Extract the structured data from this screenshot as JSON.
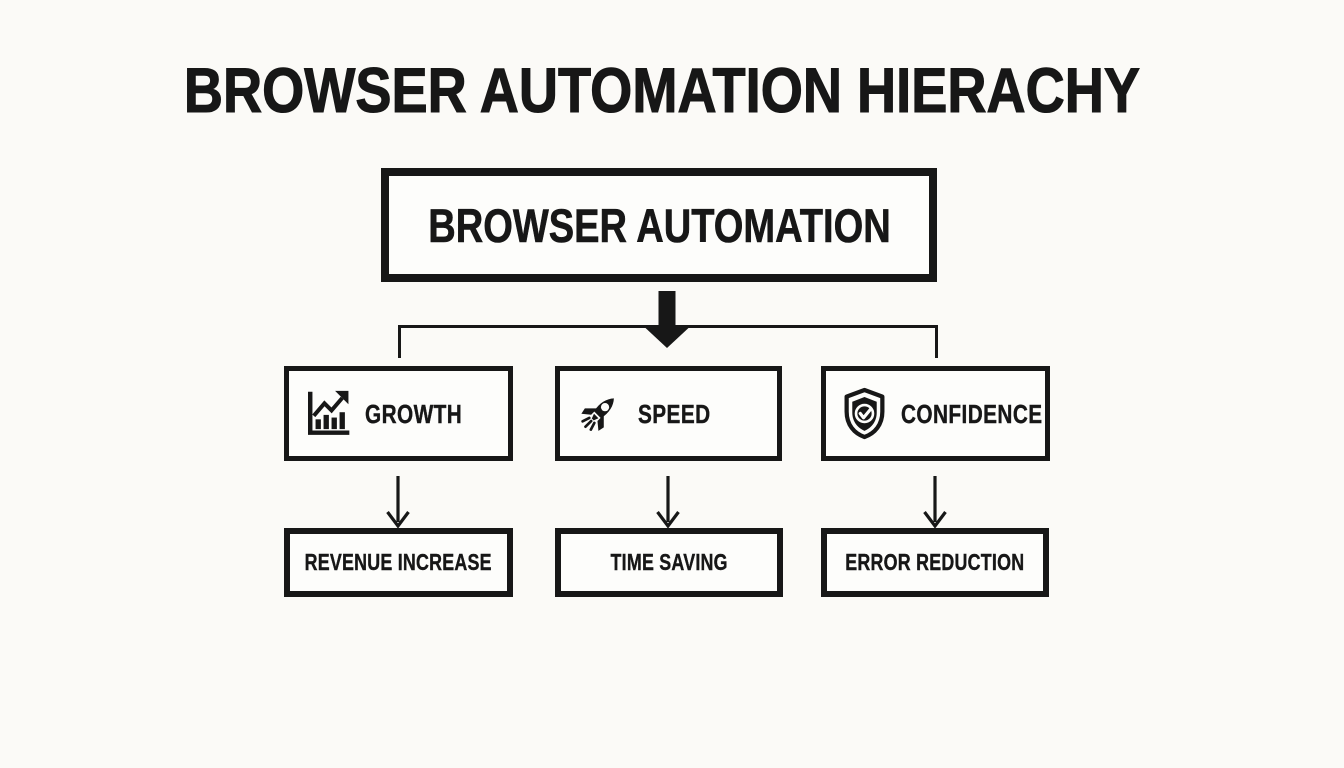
{
  "meta": {
    "title_text": "BROWSER AUTOMATION HIERACHY"
  },
  "root": {
    "label": "BROWSER AUTOMATION"
  },
  "branches": [
    {
      "label": "GROWTH",
      "icon": "growth-chart-icon",
      "outcome": "REVENUE INCREASE"
    },
    {
      "label": "SPEED",
      "icon": "rocket-icon",
      "outcome": "TIME SAVING"
    },
    {
      "label": "CONFIDENCE",
      "icon": "shield-check-icon",
      "outcome": "ERROR REDUCTION"
    }
  ],
  "connectors": {
    "root_to_branches": "solid-down-arrow-with-bracket",
    "branch_to_outcome": "thin-down-arrow"
  },
  "colors": {
    "ink": "#171717",
    "background": "#fbfaf7"
  }
}
